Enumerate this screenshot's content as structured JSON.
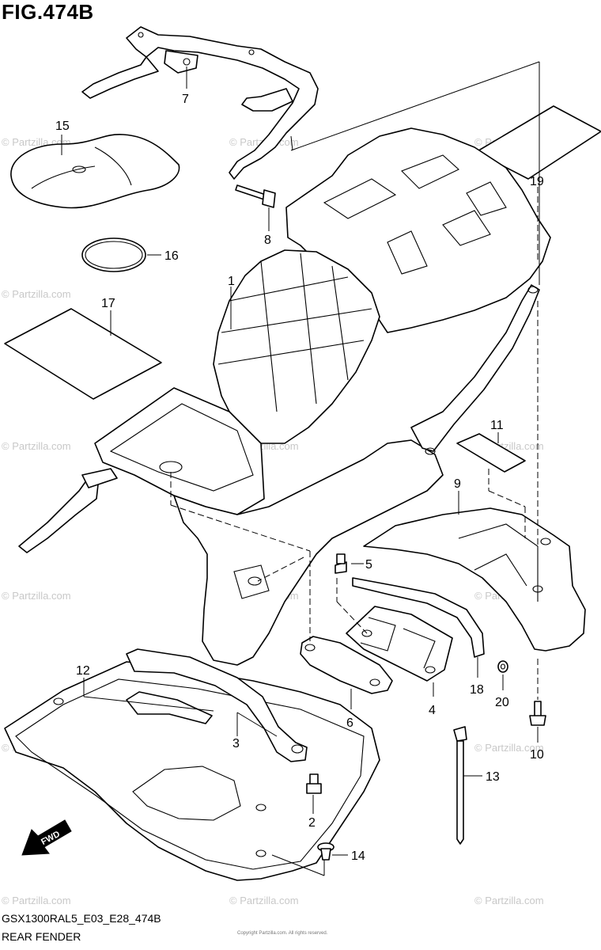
{
  "figure": {
    "title": "FIG.474B",
    "model_code": "GSX1300RAL5_E03_E28_474B",
    "subtitle": "REAR FENDER",
    "copyright": "Copyright Partzilla.com. All rights reserved."
  },
  "watermark": "© Partzilla.com",
  "fwd_label": "FWD",
  "callouts": [
    {
      "id": "1",
      "label": "1"
    },
    {
      "id": "2",
      "label": "2"
    },
    {
      "id": "3",
      "label": "3"
    },
    {
      "id": "4",
      "label": "4"
    },
    {
      "id": "5",
      "label": "5"
    },
    {
      "id": "6",
      "label": "6"
    },
    {
      "id": "7",
      "label": "7"
    },
    {
      "id": "8",
      "label": "8"
    },
    {
      "id": "9",
      "label": "9"
    },
    {
      "id": "10",
      "label": "10"
    },
    {
      "id": "11",
      "label": "11"
    },
    {
      "id": "12",
      "label": "12"
    },
    {
      "id": "13",
      "label": "13"
    },
    {
      "id": "14",
      "label": "14"
    },
    {
      "id": "15",
      "label": "15"
    },
    {
      "id": "16",
      "label": "16"
    },
    {
      "id": "17",
      "label": "17"
    },
    {
      "id": "18",
      "label": "18"
    },
    {
      "id": "19",
      "label": "19"
    },
    {
      "id": "20",
      "label": "20"
    }
  ]
}
